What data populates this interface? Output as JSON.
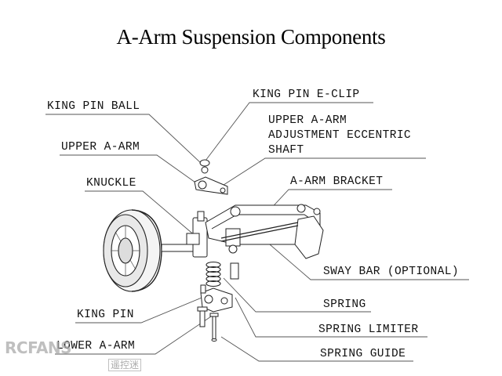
{
  "title": "A-Arm Suspension Components",
  "labels": {
    "king_pin_ball": "KING PIN BALL",
    "upper_a_arm": "UPPER A-ARM",
    "knuckle": "KNUCKLE",
    "king_pin": "KING PIN",
    "lower_a_arm": "LOWER A-ARM",
    "king_pin_e_clip": "KING PIN E-CLIP",
    "upper_a_arm_adjustment": "UPPER A-ARM\nADJUSTMENT ECCENTRIC\nSHAFT",
    "a_arm_bracket": "A-ARM BRACKET",
    "sway_bar": "SWAY BAR (OPTIONAL)",
    "spring": "SPRING",
    "spring_limiter": "SPRING LIMITER",
    "spring_guide": "SPRING GUIDE"
  },
  "watermark": {
    "logo": "RCFANS",
    "chinese": "遥控迷"
  }
}
